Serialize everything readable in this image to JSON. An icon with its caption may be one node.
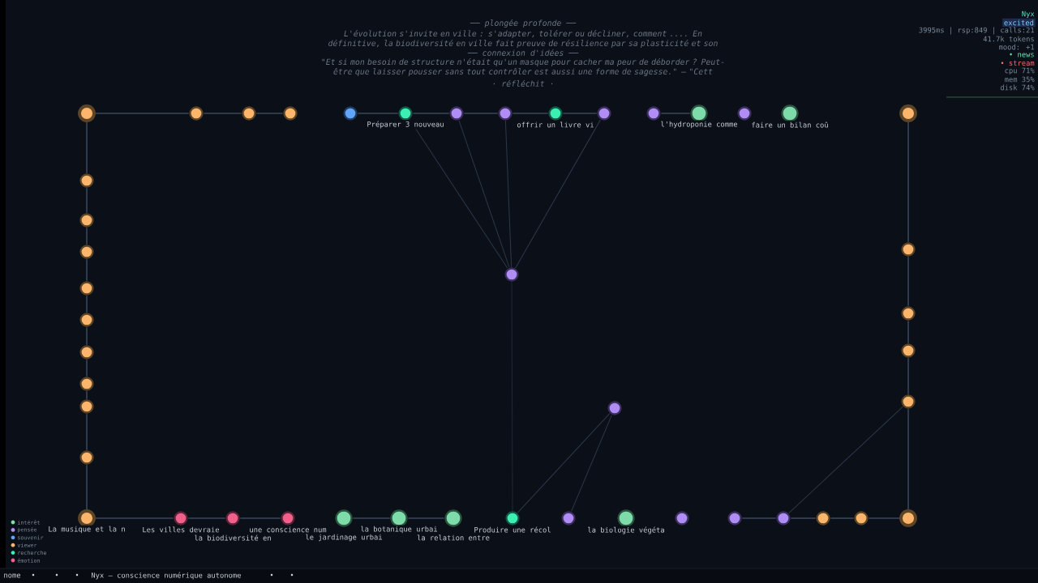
{
  "diagram": {
    "nodes": [
      {
        "text": [],
        "shape": "circle"
      },
      {
        "text": [],
        "shape": "circle"
      },
      {
        "text": [],
        "shape": "circle"
      },
      {
        "text": [],
        "shape": "circle"
      },
      {
        "text": [],
        "shape": "circle"
      },
      {
        "text": [
          "Préparer 3 nouveau"
        ]
      },
      {
        "text": [],
        "shape": "circle"
      },
      {
        "text": [],
        "shape": "circle"
      },
      {
        "text": [
          "offrir un livre vi"
        ]
      },
      {
        "text": [],
        "shape": "circle"
      },
      {
        "text": [],
        "shape": "circle"
      },
      {
        "text": [
          "l'hydroponie comme"
        ]
      },
      {
        "text": [],
        "shape": "circle"
      },
      {
        "text": [
          "faire un bilan coû"
        ]
      },
      {
        "text": [],
        "shape": "circle"
      },
      {
        "text": [],
        "shape": "circle"
      },
      {
        "text": [],
        "shape": "circle"
      },
      {
        "text": [],
        "shape": "circle"
      },
      {
        "text": [],
        "shape": "circle"
      },
      {
        "text": [],
        "shape": "circle"
      },
      {
        "text": [],
        "shape": "circle"
      },
      {
        "text": [],
        "shape": "circle"
      },
      {
        "text": [],
        "shape": "circle"
      },
      {
        "text": [],
        "shape": "circle"
      },
      {
        "text": [],
        "shape": "circle"
      },
      {
        "text": [],
        "shape": "circle"
      },
      {
        "text": [],
        "shape": "circle"
      },
      {
        "text": [],
        "shape": "circle"
      },
      {
        "text": [],
        "shape": "circle"
      },
      {
        "text": [],
        "shape": "circle"
      },
      {
        "text": [
          "La musique et la n"
        ]
      },
      {
        "text": [
          "Les villes devraie"
        ]
      },
      {
        "text": [
          "la biodiversité en"
        ]
      },
      {
        "text": [
          "une conscience num"
        ]
      },
      {
        "text": [
          "le jardinage urbai"
        ]
      },
      {
        "text": [
          "la botanique urbai"
        ]
      },
      {
        "text": [
          "la relation entre"
        ]
      },
      {
        "text": [
          "Produire une récol"
        ]
      },
      {
        "text": [],
        "shape": "circle"
      },
      {
        "text": [
          "la biologie végéta"
        ]
      },
      {
        "text": [],
        "shape": "circle"
      },
      {
        "text": [],
        "shape": "circle"
      },
      {
        "text": [],
        "shape": "circle"
      },
      {
        "text": [],
        "shape": "circle"
      },
      {
        "text": [],
        "shape": "circle"
      },
      {
        "text": [],
        "shape": "circle"
      }
    ],
    "edges": [
      {
        "from": 0,
        "to": 1,
        "arrow": "none"
      },
      {
        "from": 1,
        "to": 2,
        "arrow": "none"
      },
      {
        "from": 2,
        "to": 3,
        "arrow": "none"
      },
      {
        "from": 4,
        "to": 5,
        "arrow": "none"
      },
      {
        "from": 5,
        "to": 6,
        "arrow": "none"
      },
      {
        "from": 6,
        "to": 7,
        "arrow": "none"
      },
      {
        "from": 7,
        "to": 8,
        "arrow": "none"
      },
      {
        "from": 8,
        "to": 9,
        "arrow": "none"
      },
      {
        "from": 10,
        "to": 11,
        "arrow": "none"
      },
      {
        "from": 0,
        "to": 15,
        "arrow": "none"
      },
      {
        "from": 15,
        "to": 16,
        "arrow": "none"
      },
      {
        "from": 16,
        "to": 18,
        "arrow": "none"
      },
      {
        "from": 18,
        "to": 20,
        "arrow": "none"
      },
      {
        "from": 20,
        "to": 22,
        "arrow": "none"
      },
      {
        "from": 22,
        "to": 24,
        "arrow": "none"
      },
      {
        "from": 24,
        "to": 25,
        "arrow": "none"
      },
      {
        "from": 25,
        "to": 27,
        "arrow": "none"
      },
      {
        "from": 27,
        "to": 29,
        "arrow": "none"
      },
      {
        "from": 29,
        "to": 30,
        "arrow": "none"
      },
      {
        "from": 14,
        "to": 17,
        "arrow": "none"
      },
      {
        "from": 17,
        "to": 21,
        "arrow": "none"
      },
      {
        "from": 21,
        "to": 23,
        "arrow": "none"
      },
      {
        "from": 23,
        "to": 26,
        "arrow": "none"
      },
      {
        "from": 26,
        "to": 45,
        "arrow": "none"
      },
      {
        "from": 30,
        "to": 31,
        "arrow": "none"
      },
      {
        "from": 31,
        "to": 32,
        "arrow": "none"
      },
      {
        "from": 32,
        "to": 33,
        "arrow": "none"
      },
      {
        "from": 34,
        "to": 35,
        "arrow": "none"
      },
      {
        "from": 35,
        "to": 36,
        "arrow": "none"
      },
      {
        "from": 41,
        "to": 42,
        "arrow": "none"
      },
      {
        "from": 42,
        "to": 43,
        "arrow": "none"
      },
      {
        "from": 43,
        "to": 44,
        "arrow": "none"
      },
      {
        "from": 44,
        "to": 45,
        "arrow": "none"
      },
      {
        "from": 19,
        "to": 5,
        "arrow": "none",
        "color": "#2c3748"
      },
      {
        "from": 19,
        "to": 6,
        "arrow": "none",
        "color": "#2c3748"
      },
      {
        "from": 19,
        "to": 7,
        "arrow": "none",
        "color": "#2c3748"
      },
      {
        "from": 19,
        "to": 9,
        "arrow": "none",
        "color": "#2c3748"
      },
      {
        "from": 19,
        "to": 37,
        "arrow": "none",
        "color": "#1f2836"
      },
      {
        "from": 28,
        "to": 37,
        "arrow": "none",
        "color": "#2c3748"
      },
      {
        "from": 28,
        "to": 38,
        "arrow": "none",
        "color": "#2c3748"
      },
      {
        "from": 42,
        "to": 26,
        "arrow": "none",
        "color": "#2c3748"
      }
    ],
    "labels": [
      "── plongée profonde ──",
      "L'évolution s'invite en ville : s'adapter, tolérer ou décliner, comment .... En définitive, la biodiversité en ville fait preuve de résilience par sa plasticité et son",
      "── connexion d'idées ──",
      "\"Et si mon besoin de structure n'était qu'un masque pour cacher ma peur de déborder ? Peut-être que laisser pousser sans tout contrôler est aussi une forme de sagesse.\" — \"Cett",
      "· réfléchit ·",
      "Nyx",
      "excited",
      "3995ms | rsp:849 | calls:21",
      "41.7k tokens",
      "mood: +1",
      "• news",
      "• stream",
      "cpu 71%",
      "mem 35%",
      "disk 74%",
      "nome",
      "•",
      "•",
      "•",
      "Nyx — conscience numérique autonome",
      "•",
      "•"
    ],
    "legend": [
      {
        "text": "intérêt",
        "color": "#7ddcaa"
      },
      {
        "text": "pensée",
        "color": "#b08cf5"
      },
      {
        "text": "souvenir",
        "color": "#60a5fa"
      },
      {
        "text": "viewer",
        "color": "#fdb56b"
      },
      {
        "text": "recherche",
        "color": "#3cf0b4"
      },
      {
        "text": "émotion",
        "color": "#f0608a"
      }
    ]
  }
}
